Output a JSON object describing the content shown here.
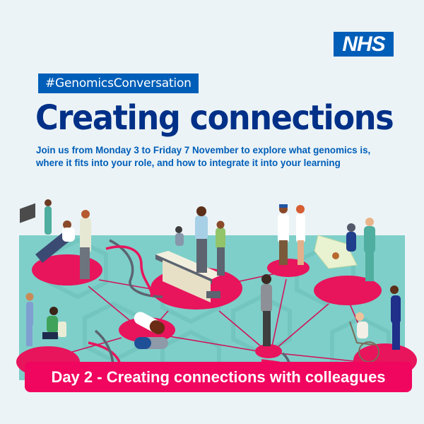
{
  "logo": {
    "text": "NHS",
    "color": "#005eb8"
  },
  "hashtag": {
    "text": "#GenomicsConversation",
    "background": "#005eb8"
  },
  "title": {
    "text": "Creating connections",
    "color": "#003087"
  },
  "subtitle": {
    "lines": [
      "Join us from Monday 3 to Friday 7 November to explore what genomics is,",
      "where it fits into your role, and how to integrate it into your learning"
    ],
    "color": "#005eb8"
  },
  "illustration": {
    "description": "Network of healthcare professionals and patients on pink discs connected by lines over a teal hexagon background with DNA helices and a capsule",
    "colors": {
      "teal": "#7ecfc9",
      "pink": "#e8145c",
      "dna": "#5b6470"
    },
    "scenes": [
      "Pregnant patient having ultrasound with clinician and partner",
      "Doctor with stethoscope, child on examination couch, parent holding baby",
      "Two doctors in white coats shaking hands",
      "Nurses attending baby in incubator",
      "Clinician with tablet standing at central node",
      "Nurse taking blood from seated patient",
      "Capsule medication",
      "Nurse greeting patient in wheelchair"
    ]
  },
  "banner": {
    "text": "Day 2 - Creating connections with colleagues",
    "background": "#f0055f"
  }
}
